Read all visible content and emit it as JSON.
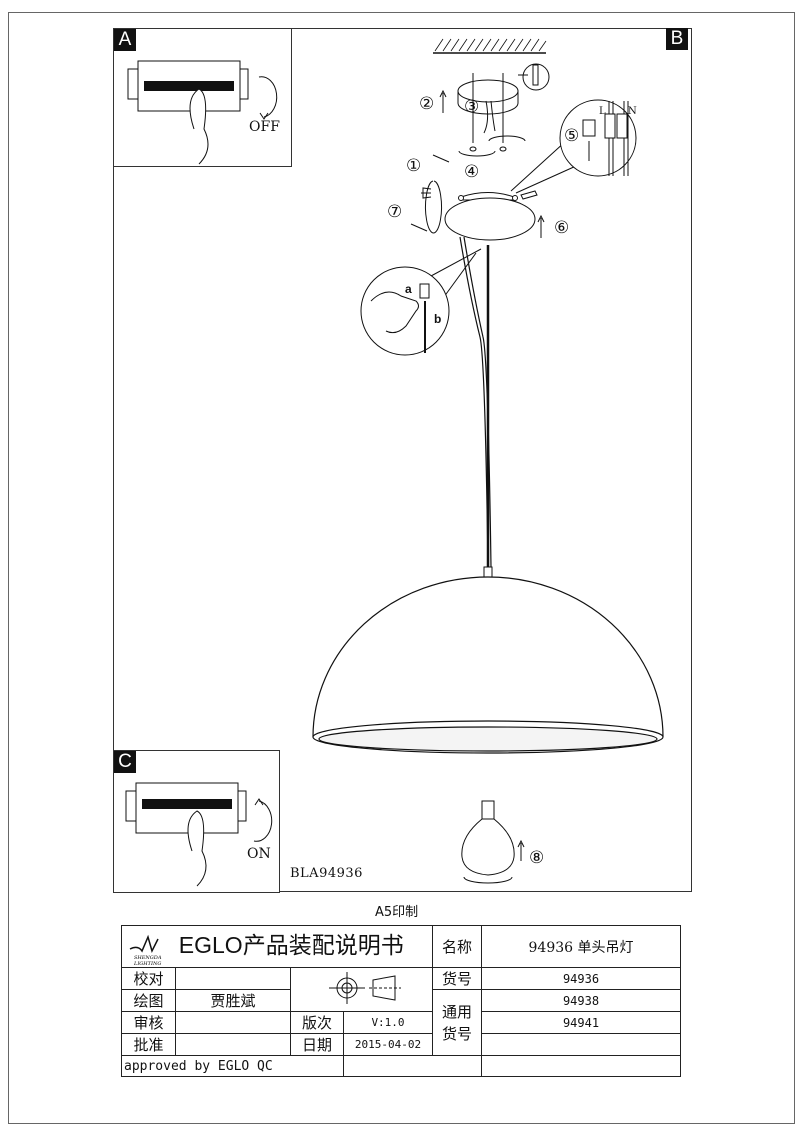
{
  "panels": {
    "a": {
      "label": "A",
      "switch_text": "OFF"
    },
    "b": {
      "label": "B"
    },
    "c": {
      "label": "C",
      "switch_text": "ON"
    }
  },
  "steps": {
    "s1": "①",
    "s2": "②",
    "s3": "③",
    "s4": "④",
    "s5": "⑤",
    "s6": "⑥",
    "s7": "⑦",
    "s8": "⑧",
    "a": "a",
    "b": "b",
    "L": "L",
    "N": "N"
  },
  "drawing_code": "BLA94936",
  "print_note": "A5印制",
  "title_block": {
    "logo_text": "SHENGDA LIGHTING",
    "title": "EGLO产品装配说明书",
    "name_label": "名称",
    "name_value": "94936 单头吊灯",
    "proof_label": "校对",
    "proof_value": "",
    "drawing_label": "绘图",
    "drawing_value": "贾胜斌",
    "review_label": "审核",
    "approve_label": "批准",
    "version_label": "版次",
    "version_value": "V:1.0",
    "date_label": "日期",
    "date_value": "2015-04-02",
    "item_no_label": "货号",
    "item_no_value": "94936",
    "common_item_label_1": "通用",
    "common_item_label_2": "货号",
    "common_items": [
      "94938",
      "94941",
      ""
    ],
    "approved_text": "approved by EGLO QC"
  }
}
